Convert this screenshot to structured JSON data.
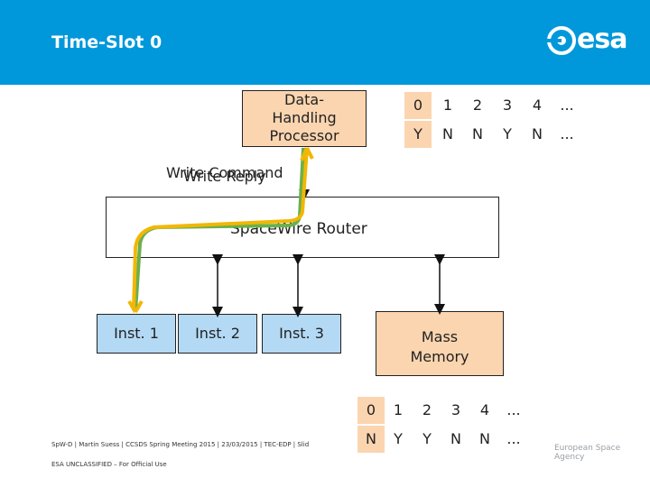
{
  "header": {
    "title": "Time-Slot 0",
    "logo_text": "esa"
  },
  "nodes": {
    "processor": "Data-Handling Processor",
    "processor_lines": [
      "Data-",
      "Handling",
      "Processor"
    ],
    "router": "SpaceWire Router",
    "inst1": "Inst. 1",
    "inst2": "Inst. 2",
    "inst3": "Inst. 3",
    "mass_lines": [
      "Mass",
      "Memory"
    ]
  },
  "labels": {
    "write_command": "Write Command",
    "write_reply": "Write Reply"
  },
  "schedule_top": {
    "slots": [
      "0",
      "1",
      "2",
      "3",
      "4",
      "..."
    ],
    "flags": [
      "Y",
      "N",
      "N",
      "Y",
      "N",
      "..."
    ]
  },
  "schedule_bottom": {
    "slots": [
      "0",
      "1",
      "2",
      "3",
      "4",
      "..."
    ],
    "flags": [
      "N",
      "Y",
      "Y",
      "N",
      "N",
      "..."
    ]
  },
  "footer": {
    "text": "SpW-D | Martin Suess | CCSDS Spring Meeting 2015 | 23/03/2015 | TEC-EDP | Slid",
    "classification": "ESA UNCLASSIFIED – For Official Use",
    "agency": "European Space Agency"
  },
  "colors": {
    "header": "#0098db",
    "box_fill": "#fbd5b0",
    "inst_fill": "#b3d9f5",
    "command_path": "#6ab04c",
    "reply_path": "#f2b705"
  }
}
